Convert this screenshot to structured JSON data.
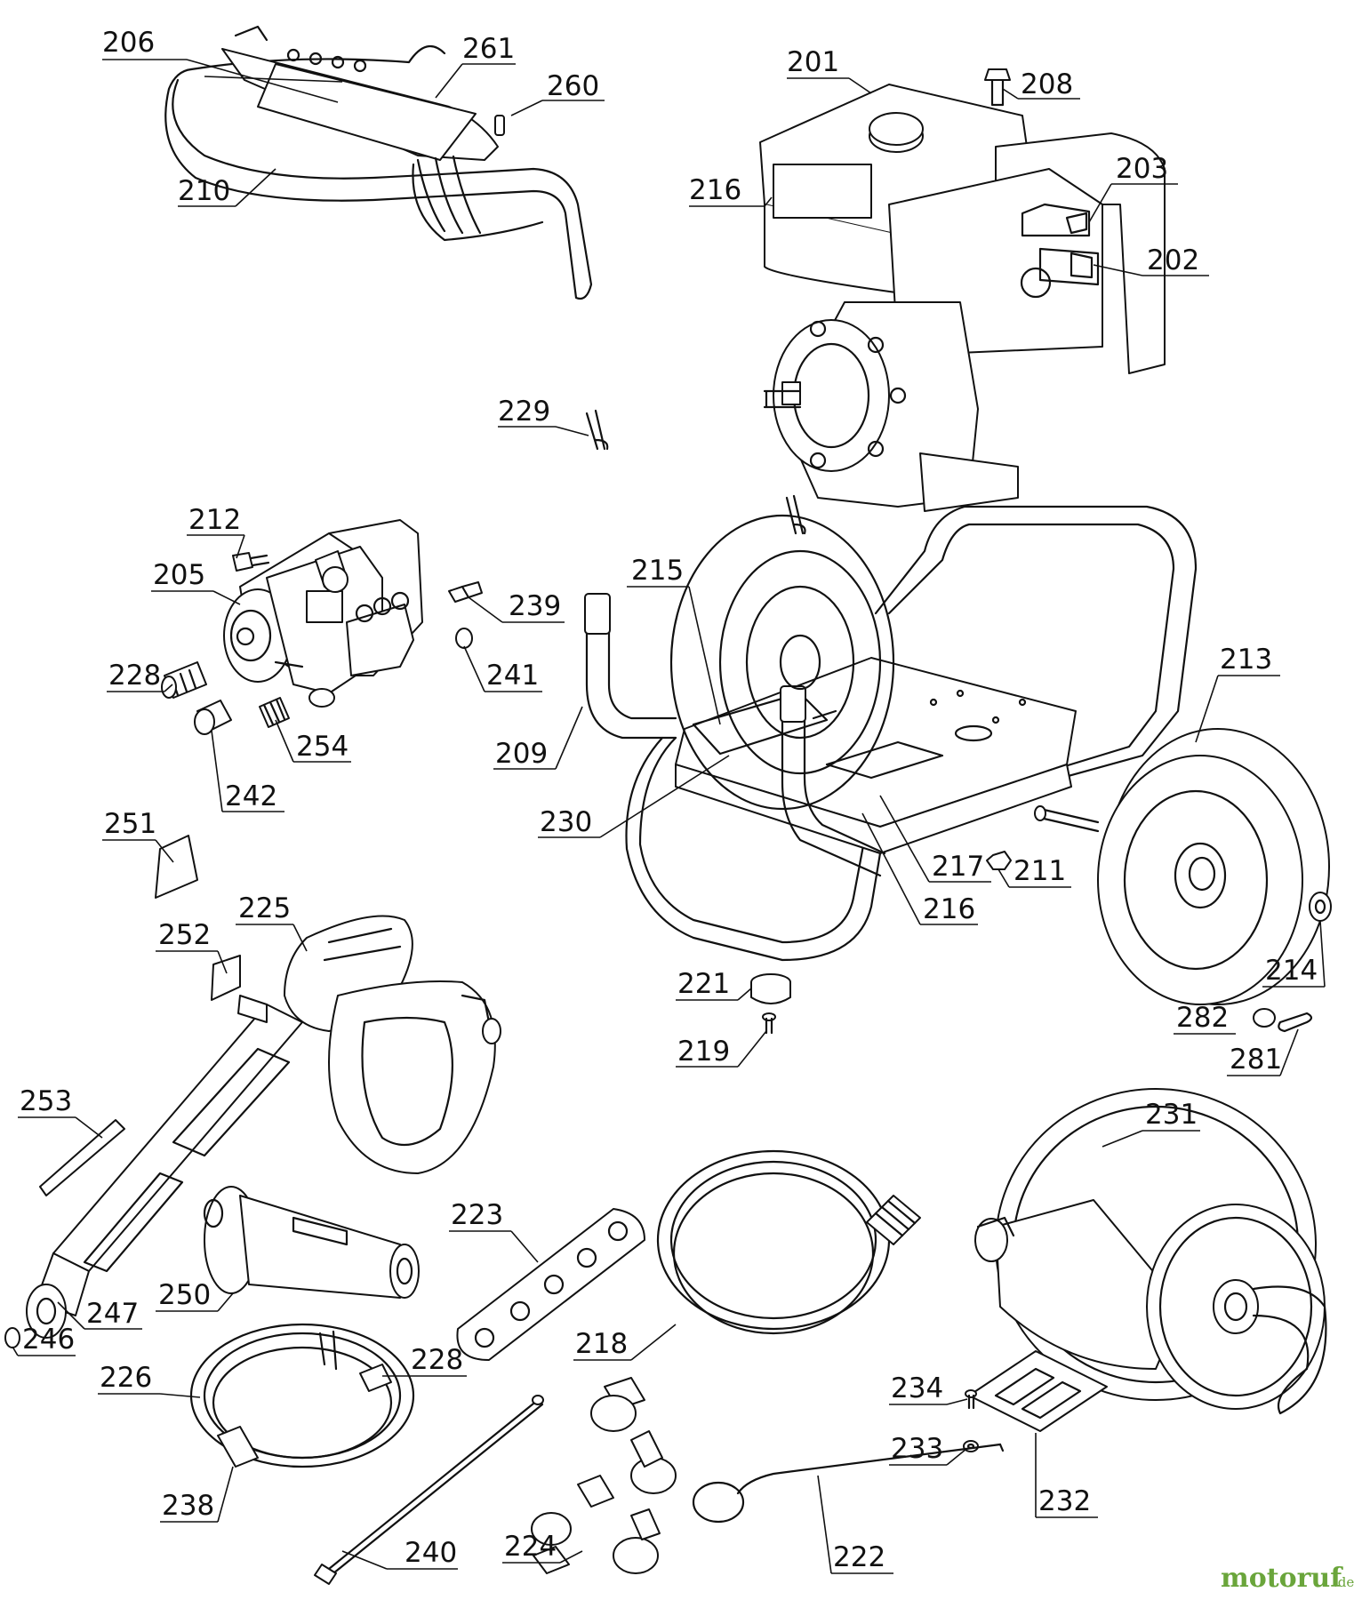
{
  "labels": {
    "l201": "201",
    "l202": "202",
    "l203": "203",
    "l205": "205",
    "l206": "206",
    "l208": "208",
    "l209": "209",
    "l210": "210",
    "l211": "211",
    "l212": "212",
    "l213": "213",
    "l214": "214",
    "l215": "215",
    "l216a": "216",
    "l216b": "216",
    "l217": "217",
    "l218": "218",
    "l219": "219",
    "l221": "221",
    "l222": "222",
    "l223": "223",
    "l224": "224",
    "l225": "225",
    "l226": "226",
    "l228a": "228",
    "l228b": "228",
    "l229": "229",
    "l230": "230",
    "l231": "231",
    "l232": "232",
    "l233": "233",
    "l234": "234",
    "l238": "238",
    "l239": "239",
    "l240": "240",
    "l241": "241",
    "l242": "242",
    "l246": "246",
    "l247": "247",
    "l250": "250",
    "l251": "251",
    "l252": "252",
    "l253": "253",
    "l254": "254",
    "l260": "260",
    "l261": "261",
    "l281": "281",
    "l282": "282"
  },
  "watermark": {
    "brand": "motoruf",
    "tld": ".de"
  }
}
